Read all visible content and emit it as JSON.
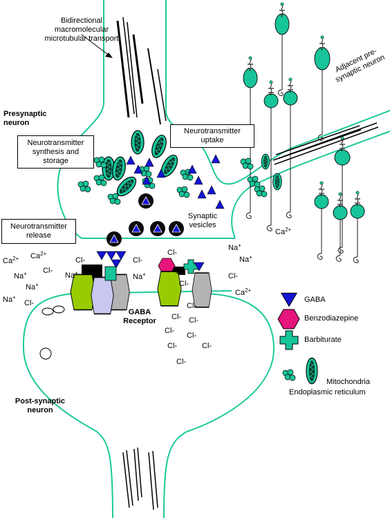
{
  "labels": {
    "transport": "Bidirectional macromolecular microtubular transport",
    "presynaptic": "Presynaptic neuron",
    "adjacent": "Adjacent pre-synaptic neuron",
    "uptake": "Neurotransmitter uptake",
    "synthesis": "Neurotransmitter synthesis and storage",
    "release": "Neurotransmitter release",
    "vesicles": "Synaptic vesicles",
    "gaba_receptor": "GABA Receptor",
    "postsynaptic": "Post-synaptic neuron"
  },
  "ions": {
    "ca": "Ca",
    "na": "Na",
    "cl": "Cl-",
    "ca_charge": "2+",
    "na_charge": "+"
  },
  "legend": {
    "gaba": "GABA",
    "benzodiazepine": "Benzodiazepine",
    "barbiturate": "Barbiturate",
    "mitochondria": "Mitochondria",
    "er": "Endoplasmic reticulum"
  },
  "colors": {
    "membrane": "#1bc99a",
    "teal_fill": "#18c49a",
    "gaba_blue": "#1414d2",
    "benzo_pink": "#e6157c",
    "subunit_green": "#99cc00",
    "subunit_lavender": "#c8c8f0",
    "subunit_gray": "#b4b4b4"
  }
}
